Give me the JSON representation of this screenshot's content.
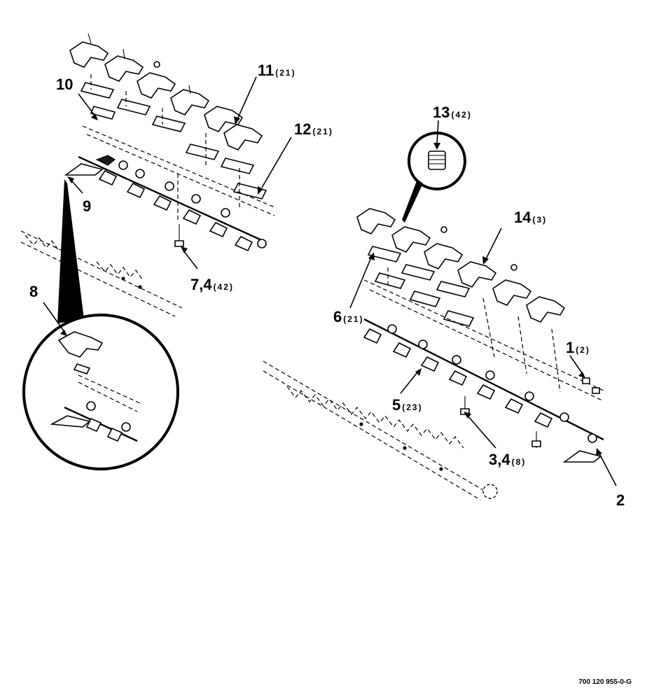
{
  "diagram": {
    "callouts": [
      {
        "id": "c10",
        "number": "10",
        "qty": ""
      },
      {
        "id": "c11",
        "number": "11",
        "qty": "(21)"
      },
      {
        "id": "c12",
        "number": "12",
        "qty": "(21)"
      },
      {
        "id": "c9",
        "number": "9",
        "qty": ""
      },
      {
        "id": "c7",
        "number": "7,4",
        "qty": "(42)"
      },
      {
        "id": "c8",
        "number": "8",
        "qty": ""
      },
      {
        "id": "c13",
        "number": "13",
        "qty": "(42)"
      },
      {
        "id": "c14",
        "number": "14",
        "qty": "(3)"
      },
      {
        "id": "c6",
        "number": "6",
        "qty": "(21)"
      },
      {
        "id": "c1",
        "number": "1",
        "qty": "(2)"
      },
      {
        "id": "c5",
        "number": "5",
        "qty": "(23)"
      },
      {
        "id": "c3",
        "number": "3,4",
        "qty": "(8)"
      },
      {
        "id": "c2",
        "number": "2",
        "qty": ""
      }
    ],
    "drawing_number": "700 120 955-0-G"
  }
}
